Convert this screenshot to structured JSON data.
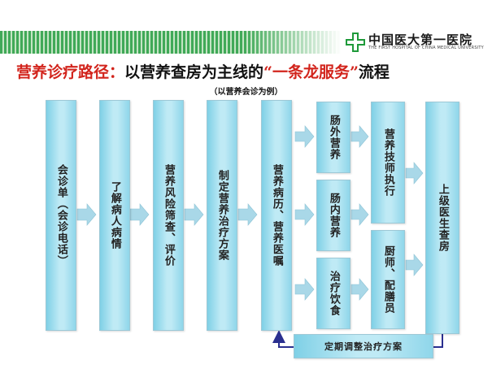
{
  "header": {
    "logo_name": "中国医大第一医院",
    "logo_sub": "THE FIRST HOSPITAL OF CHINA MEDICAL UNIVERSITY",
    "logo_icon": "cross-icon",
    "title_part1": "营养诊疗路径：",
    "title_part2": "以营养查房为主线的",
    "title_part3": "“一条龙服务”",
    "title_part4": "流程",
    "subtitle": "（以营养会诊为例）"
  },
  "steps": [
    {
      "id": "consult",
      "label": "会诊单（会诊电话）"
    },
    {
      "id": "understand",
      "label": "了解病人病情"
    },
    {
      "id": "screen",
      "label": "营养风险筛查、评价"
    },
    {
      "id": "plan",
      "label": "制定营养治疗方案"
    },
    {
      "id": "record",
      "label": "营养病历、营养医嘱"
    }
  ],
  "branches": [
    {
      "id": "enteral-out",
      "label": "肠外营养"
    },
    {
      "id": "enteral-in",
      "label": "肠内营养"
    },
    {
      "id": "diet",
      "label": "治疗饮食"
    }
  ],
  "executors": [
    {
      "id": "technician",
      "label": "营养技师执行"
    },
    {
      "id": "chef",
      "label": "厨师、配膳员"
    }
  ],
  "final": {
    "label": "上级医生查房"
  },
  "feedback": {
    "label": "定期调整治疗方案"
  },
  "colors": {
    "box": "#bfeaf5",
    "arrow": "#a9d8e8",
    "feedback_arrow": "#2a2f8f",
    "title_red": "#d2241c",
    "stripe": "#1f9a3a"
  }
}
